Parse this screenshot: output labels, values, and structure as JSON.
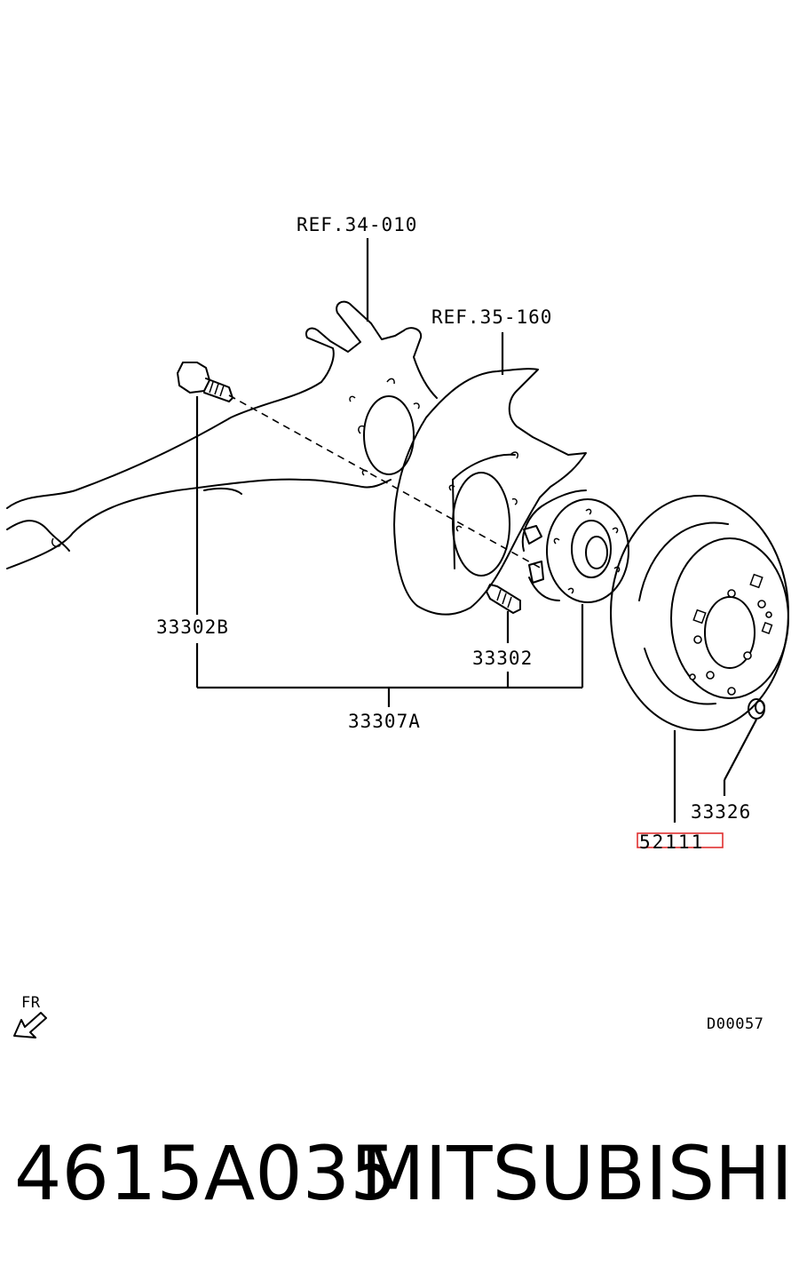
{
  "labels": {
    "ref_34_010": "REF.34-010",
    "ref_35_160": "REF.35-160",
    "bolt_33302B": "33302B",
    "stud_33302": "33302",
    "assembly_33307A": "33307A",
    "nut_33326": "33326",
    "disc_52111": "52111",
    "front_marker": "FR",
    "diagram_code": "D00057"
  },
  "footer": {
    "part_number": "4615A035",
    "brand": "MITSUBISHI"
  },
  "colors": {
    "highlight": "#e03030",
    "line": "#000000",
    "background": "#ffffff"
  }
}
